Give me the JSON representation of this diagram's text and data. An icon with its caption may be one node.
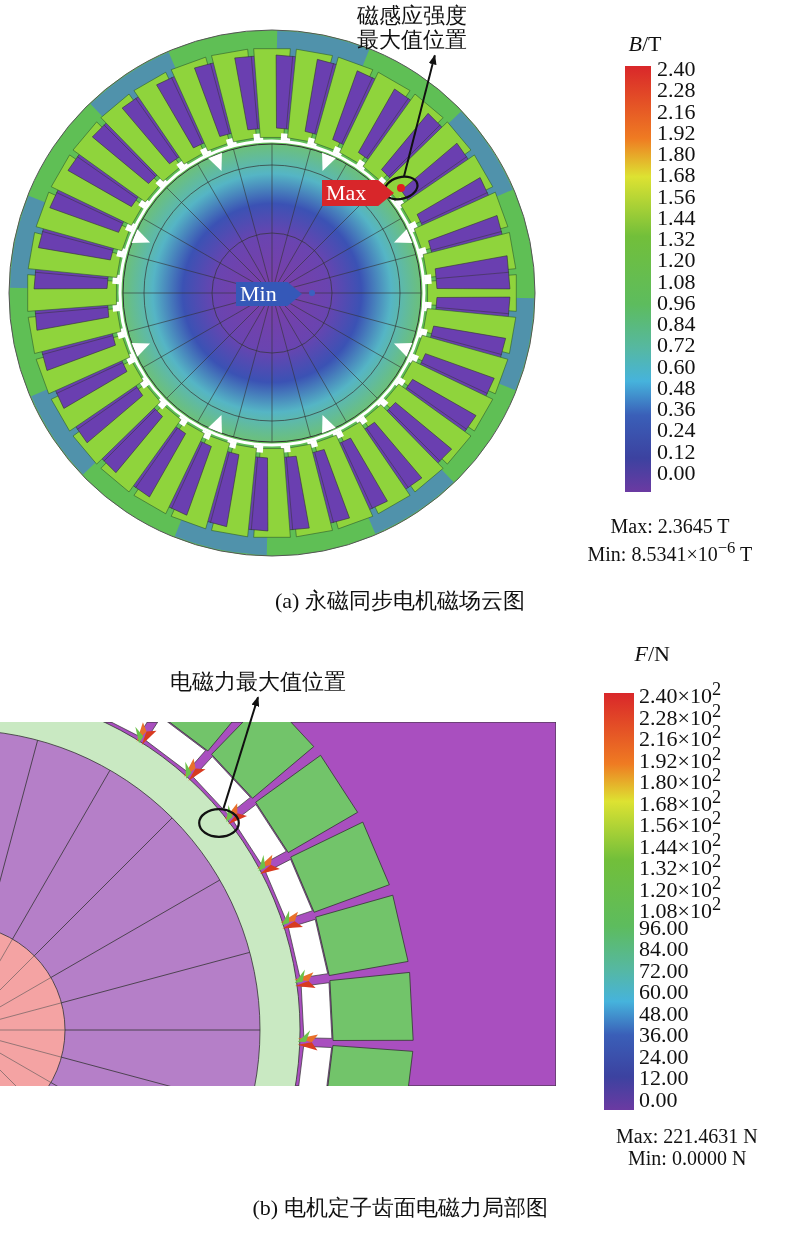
{
  "diagram": {
    "nodes": [
      {
        "text": [
          "磁感应强度最大值位置"
        ]
      },
      {
        "text": [],
        "shape": "circle"
      },
      {
        "text": [
          "Max"
        ]
      },
      {
        "text": [
          "Min"
        ]
      },
      {
        "text": [
          "电磁力最大值位置"
        ]
      },
      {
        "text": [],
        "shape": "circle"
      }
    ],
    "edges": [
      {
        "from": 1,
        "to": 0,
        "arrow": "to"
      },
      {
        "from": 5,
        "to": 4,
        "arrow": "to"
      }
    ],
    "labels": [
      "*B*/T",
      "2.40",
      "2.28",
      "2.16",
      "1.92",
      "1.80",
      "1.68",
      "1.56",
      "1.44",
      "1.32",
      "1.20",
      "1.08",
      "0.96",
      "0.84",
      "0.72",
      "0.60",
      "0.48",
      "0.36",
      "0.24",
      "0.12",
      "0.00",
      "Max: 2.3645 T",
      "Min: 8.5341×10$^{−6}$ T",
      "(a) 永磁同步电机磁场云图",
      "*F*/N",
      "2.40×10$^{2}$",
      "2.28×10$^{2}$",
      "2.16×10$^{2}$",
      "1.92×10$^{2}$",
      "1.80×10$^{2}$",
      "1.68×10$^{2}$",
      "1.56×10$^{2}$",
      "1.44×10$^{2}$",
      "1.32×10$^{2}$",
      "1.20×10$^{2}$",
      "1.08×10$^{2}$",
      "96.00",
      "84.00",
      "72.00",
      "60.00",
      "48.00",
      "36.00",
      "24.00",
      "12.00",
      "0.00",
      "Max: 221.4631 N",
      "Min: 0.0000 N",
      "(b) 电机定子齿面电磁力局部图"
    ]
  }
}
